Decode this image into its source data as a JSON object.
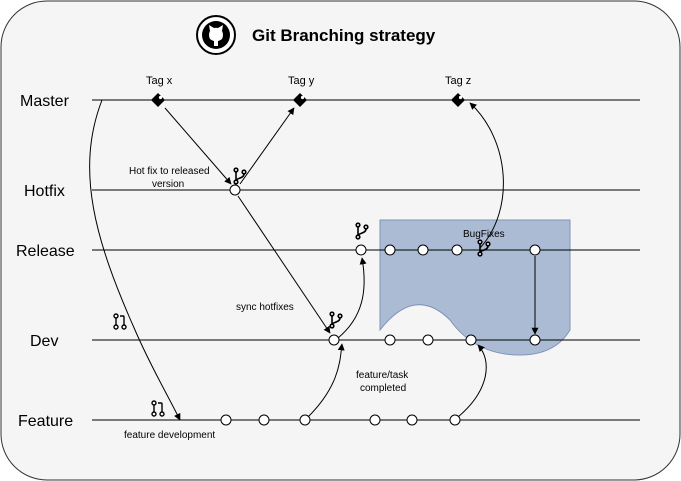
{
  "title": "Git Branching strategy",
  "icons": {
    "logo": "github-icon",
    "tag": "tag-icon",
    "branch": "git-branch-icon",
    "pull_request": "pull-request-icon"
  },
  "branches": {
    "master": "Master",
    "hotfix": "Hotfix",
    "release": "Release",
    "dev": "Dev",
    "feature": "Feature"
  },
  "tags": {
    "x": "Tag x",
    "y": "Tag y",
    "z": "Tag z"
  },
  "annotations": {
    "hotfix_line1": "Hot fix to released",
    "hotfix_line2": "version",
    "sync_hotfixes": "sync hotfixes",
    "bugfixes": "BugFixes",
    "feature_done_line1": "feature/task",
    "feature_done_line2": "completed",
    "feature_dev": "feature development"
  },
  "colors": {
    "frame_fill": "#f5f5f5",
    "frame_stroke": "#333333",
    "bugfix_zone_fill": "#a9b8d3",
    "bugfix_zone_stroke": "#7a8fb8",
    "line": "#000000",
    "commit_fill": "#ffffff"
  }
}
